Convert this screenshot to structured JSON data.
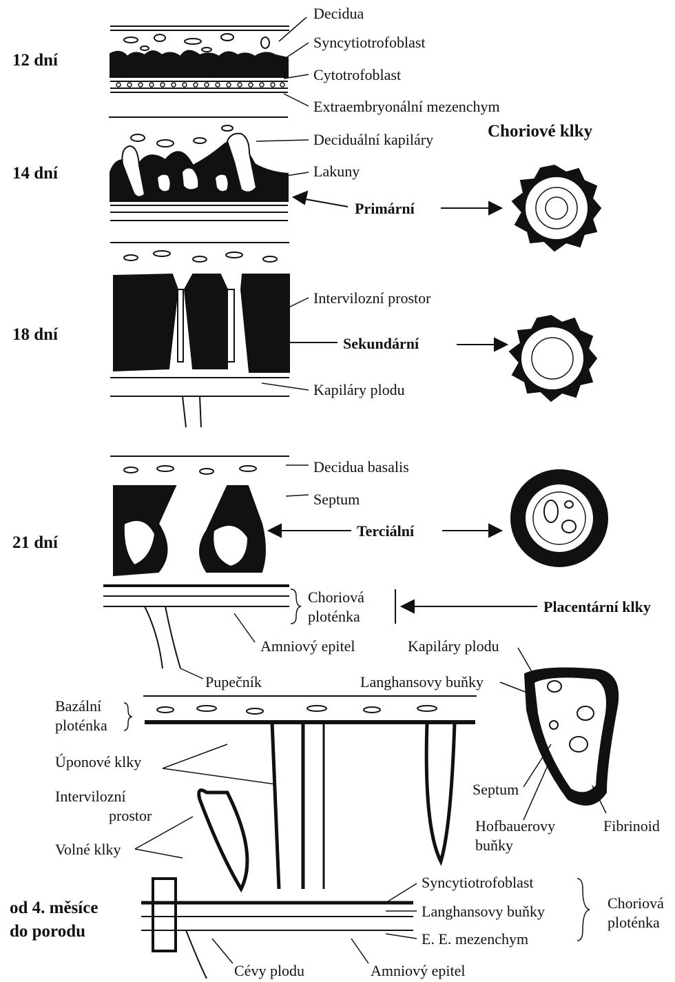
{
  "stages": {
    "s12": "12 dní",
    "s14": "14 dní",
    "s18": "18 dní",
    "s21": "21 dní",
    "late_1": "od 4. měsíce",
    "late_2": "do porodu"
  },
  "labels": {
    "decidua": "Decidua",
    "syncytio_top": "Syncytiotrofoblast",
    "cyto": "Cytotrofoblast",
    "extra_mez": "Extraembryonální mezenchym",
    "decid_kap": "Deciduální kapiláry",
    "lakuny": "Lakuny",
    "interviloz_prostor_18": "Intervilozní prostor",
    "kap_plodu_18": "Kapiláry plodu",
    "decidua_basalis": "Decidua basalis",
    "septum_21": "Septum",
    "choriova_plotenka_1": "Choriová",
    "choriova_plotenka_2": "ploténka",
    "amniovy_epitel_21": "Amniový epitel",
    "pupecnik": "Pupečník",
    "kap_plodu_right": "Kapiláry plodu",
    "langhansovy_top": "Langhansovy buňky",
    "bazalni_1": "Bazální",
    "bazalni_2": "ploténka",
    "uponove": "Úponové klky",
    "interviloz_1": "Intervilozní",
    "interviloz_2": "prostor",
    "volne": "Volné klky",
    "septum_right": "Septum",
    "hofbauer_1": "Hofbauerovy",
    "hofbauer_2": "buňky",
    "fibrinoid": "Fibrinoid",
    "syncytio_bottom": "Syncytiotrofoblast",
    "langhansovy_bottom": "Langhansovy buňky",
    "ee_mez": "E. E. mezenchym",
    "chor_plot_b1": "Choriová",
    "chor_plot_b2": "ploténka",
    "cevy_plodu": "Cévy plodu",
    "amniovy_epitel_bottom": "Amniový epitel"
  },
  "villi": {
    "header": "Choriové klky",
    "primarni": "Primární",
    "sekundarni": "Sekundární",
    "tercialni": "Terciální",
    "placentarni": "Placentární klky"
  }
}
